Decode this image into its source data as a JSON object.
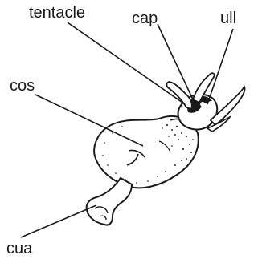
{
  "labels": {
    "tentacle": "tentacle",
    "cap": "cap",
    "ull": "ull",
    "cos": "cos",
    "cua": "cua"
  }
}
